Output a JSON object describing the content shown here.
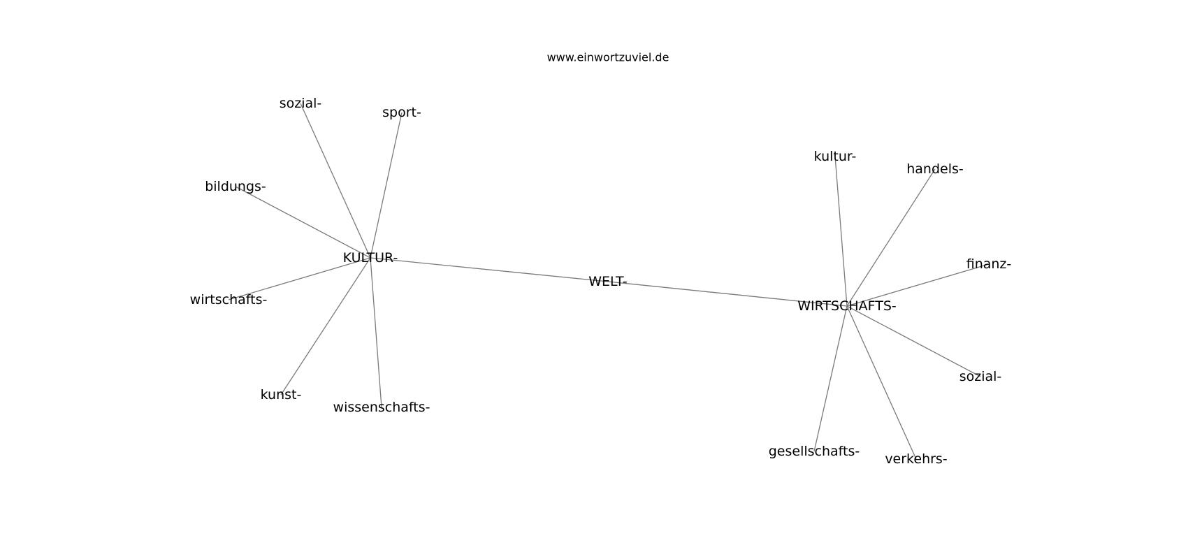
{
  "watermark": "www.einwortzuviel.de",
  "graph": {
    "nodes": [
      {
        "id": "welt",
        "label": "WELT-"
      },
      {
        "id": "kultur_hub",
        "label": "KULTUR-"
      },
      {
        "id": "wirtschafts_hub",
        "label": "WIRTSCHAFTS-"
      },
      {
        "id": "k_sozial",
        "label": "sozial-"
      },
      {
        "id": "k_sport",
        "label": "sport-"
      },
      {
        "id": "k_bildungs",
        "label": "bildungs-"
      },
      {
        "id": "k_wirtschafts",
        "label": "wirtschafts-"
      },
      {
        "id": "k_kunst",
        "label": "kunst-"
      },
      {
        "id": "k_wissenschafts",
        "label": "wissenschafts-"
      },
      {
        "id": "w_kultur",
        "label": "kultur-"
      },
      {
        "id": "w_handels",
        "label": "handels-"
      },
      {
        "id": "w_finanz",
        "label": "finanz-"
      },
      {
        "id": "w_sozial",
        "label": "sozial-"
      },
      {
        "id": "w_verkehrs",
        "label": "verkehrs-"
      },
      {
        "id": "w_gesellschafts",
        "label": "gesellschafts-"
      }
    ],
    "edges": [
      [
        "welt",
        "kultur_hub"
      ],
      [
        "welt",
        "wirtschafts_hub"
      ],
      [
        "kultur_hub",
        "k_sozial"
      ],
      [
        "kultur_hub",
        "k_sport"
      ],
      [
        "kultur_hub",
        "k_bildungs"
      ],
      [
        "kultur_hub",
        "k_wirtschafts"
      ],
      [
        "kultur_hub",
        "k_kunst"
      ],
      [
        "kultur_hub",
        "k_wissenschafts"
      ],
      [
        "wirtschafts_hub",
        "w_kultur"
      ],
      [
        "wirtschafts_hub",
        "w_handels"
      ],
      [
        "wirtschafts_hub",
        "w_finanz"
      ],
      [
        "wirtschafts_hub",
        "w_sozial"
      ],
      [
        "wirtschafts_hub",
        "w_verkehrs"
      ],
      [
        "wirtschafts_hub",
        "w_gesellschafts"
      ]
    ]
  }
}
